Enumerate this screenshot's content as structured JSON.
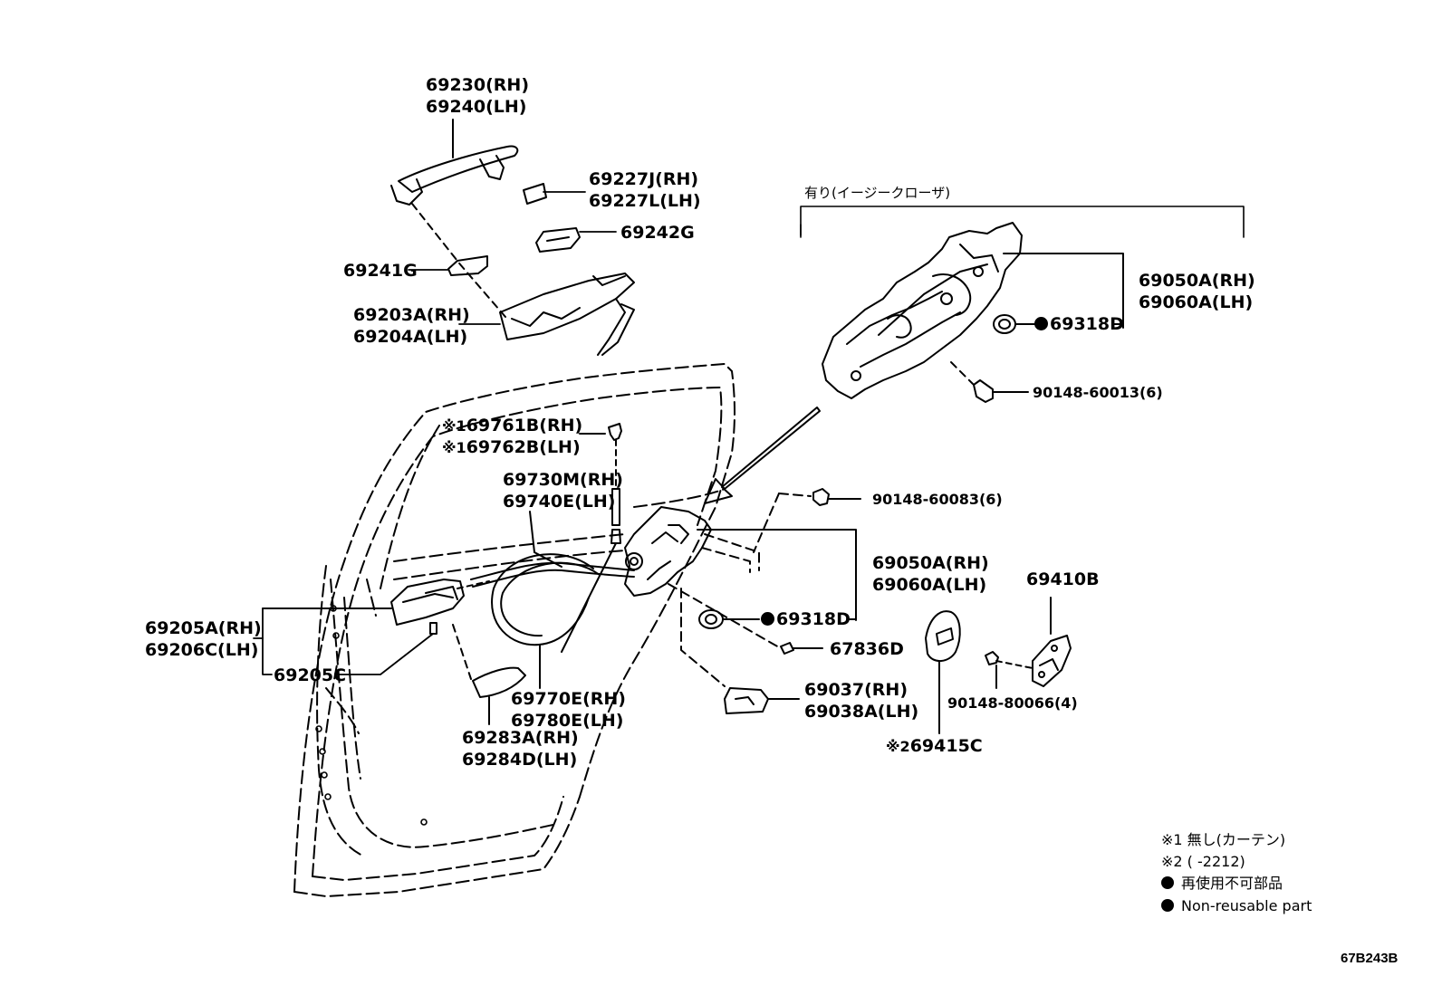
{
  "labels": {
    "handle_outer_rh": "69230(RH)",
    "handle_outer_lh": "69240(LH)",
    "cap_rh": "69227J(RH)",
    "cap_lh": "69227L(LH)",
    "pad_g": "69242G",
    "pad_241": "69241G",
    "frame_rh": "69203A(RH)",
    "frame_lh": "69204A(LH)",
    "rod_rh": "69761B(RH)",
    "rod_lh": "69762B(LH)",
    "rod_mark": "※1",
    "cable_m_rh": "69730M(RH)",
    "cable_m_lh": "69740E(LH)",
    "inner_rh": "69205A(RH)",
    "inner_lh": "69206C(LH)",
    "inner_c": "69205C",
    "cover_rh": "69283A(RH)",
    "cover_lh": "69284D(LH)",
    "cable_e_rh": "69770E(RH)",
    "cable_e_lh": "69780E(LH)",
    "lock_rh": "69050A(RH)",
    "lock_lh": "69060A(LH)",
    "seal": "69318D",
    "plug": "67836D",
    "bolt_83": "90148-60083(6)",
    "bolt_13": "90148-60013(6)",
    "bolt_66": "90148-80066(4)",
    "striker": "69410B",
    "switch_rh": "69037(RH)",
    "switch_lh": "69038A(LH)",
    "key": "69415C",
    "key_mark": "※2",
    "closer_lock_rh": "69050A(RH)",
    "closer_lock_lh": "69060A(LH)",
    "closer_seal": "69318D",
    "closer_header": "有り(イージークローザ)"
  },
  "notes": {
    "n1": "※1 無し(カーテン)",
    "n2": "※2 (        -2212)",
    "n3": "再使用不可部品",
    "n4": "Non-reusable part"
  },
  "ref_code": "67B243B"
}
